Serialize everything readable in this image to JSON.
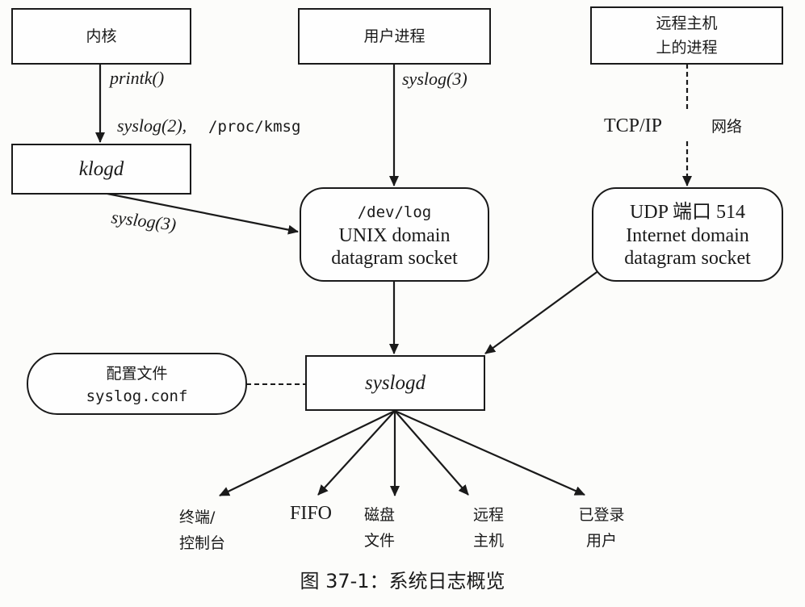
{
  "nodes": {
    "kernel": {
      "label": "内核"
    },
    "user_process": {
      "label": "用户进程"
    },
    "remote_process": {
      "line1": "远程主机",
      "line2": "上的进程"
    },
    "klogd": {
      "label": "klogd"
    },
    "dev_log": {
      "line1": "/dev/log",
      "line2": "UNIX domain",
      "line3": "datagram socket"
    },
    "udp_socket": {
      "line1": "UDP 端口 514",
      "line2": "Internet domain",
      "line3": "datagram socket"
    },
    "config_file": {
      "line1": "配置文件",
      "line2": "syslog.conf"
    },
    "syslogd": {
      "label": "syslogd"
    }
  },
  "edges": {
    "kernel_to_klogd_top": "printk()",
    "kernel_to_klogd_bottom_italic": "syslog(2),",
    "kernel_to_klogd_bottom_mono": "/proc/kmsg",
    "user_to_devlog": "syslog(3)",
    "klogd_to_devlog": "syslog(3)",
    "remote_to_udp_left": "TCP/IP",
    "remote_to_udp_right": "网络"
  },
  "targets": [
    {
      "line1": "终端/",
      "line2": "控制台"
    },
    {
      "line1": "FIFO",
      "line2": ""
    },
    {
      "line1": "磁盘",
      "line2": "文件"
    },
    {
      "line1": "远程",
      "line2": "主机"
    },
    {
      "line1": "已登录",
      "line2": "用户"
    }
  ],
  "caption": "图 37-1：系统日志概览"
}
